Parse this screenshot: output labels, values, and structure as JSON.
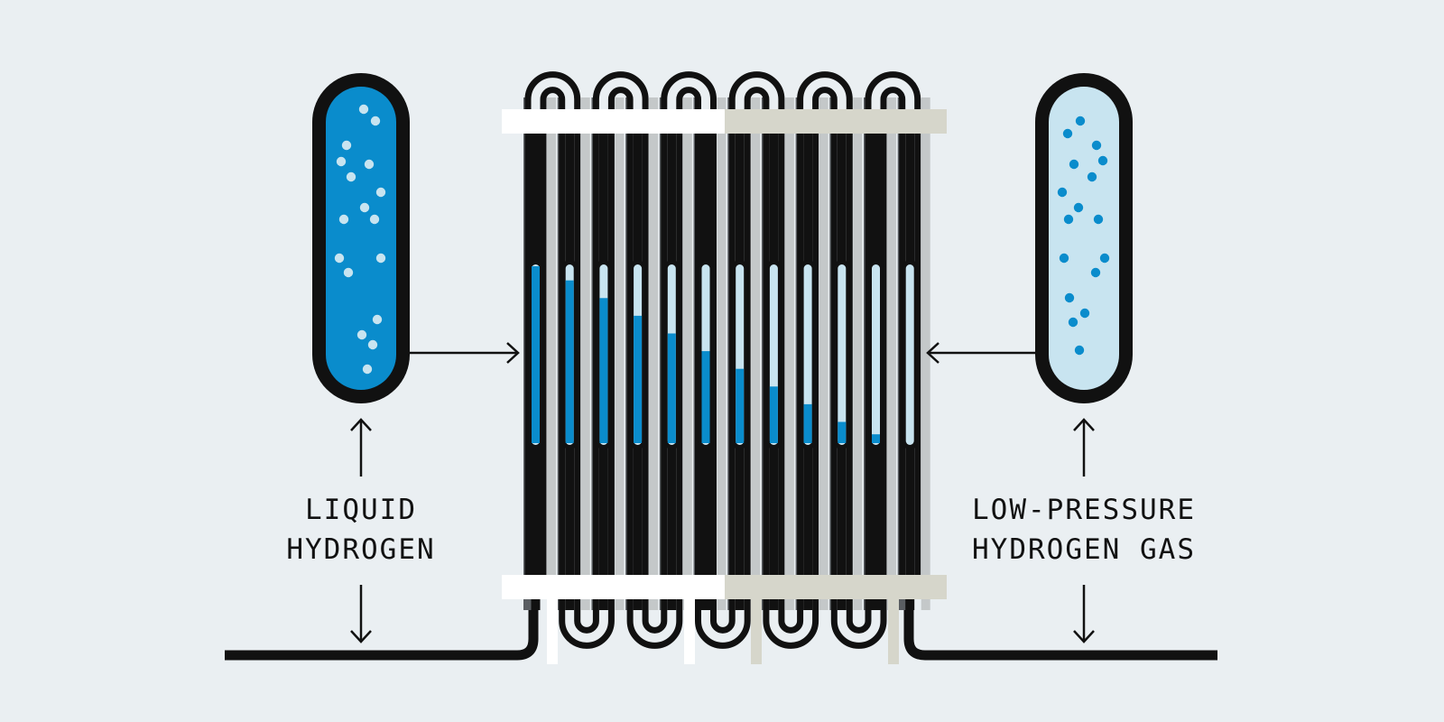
{
  "labels": {
    "left_line1": "LIQUID",
    "left_line2": "HYDROGEN",
    "right_line1": "LOW-PRESSURE",
    "right_line2": "HYDROGEN GAS"
  },
  "colors": {
    "background": "#eaeff2",
    "liquid": "#0a8ccc",
    "gas": "#c8e4f0",
    "outline": "#111111",
    "header_white": "#ffffff",
    "header_beige": "#d6d6cb",
    "tube_dark": "#5a5e62",
    "tube_light": "#c4c8c9"
  },
  "tubes": {
    "count": 12,
    "liquid_levels": [
      1.0,
      0.92,
      0.82,
      0.72,
      0.62,
      0.52,
      0.42,
      0.32,
      0.22,
      0.12,
      0.05,
      0.0
    ]
  }
}
